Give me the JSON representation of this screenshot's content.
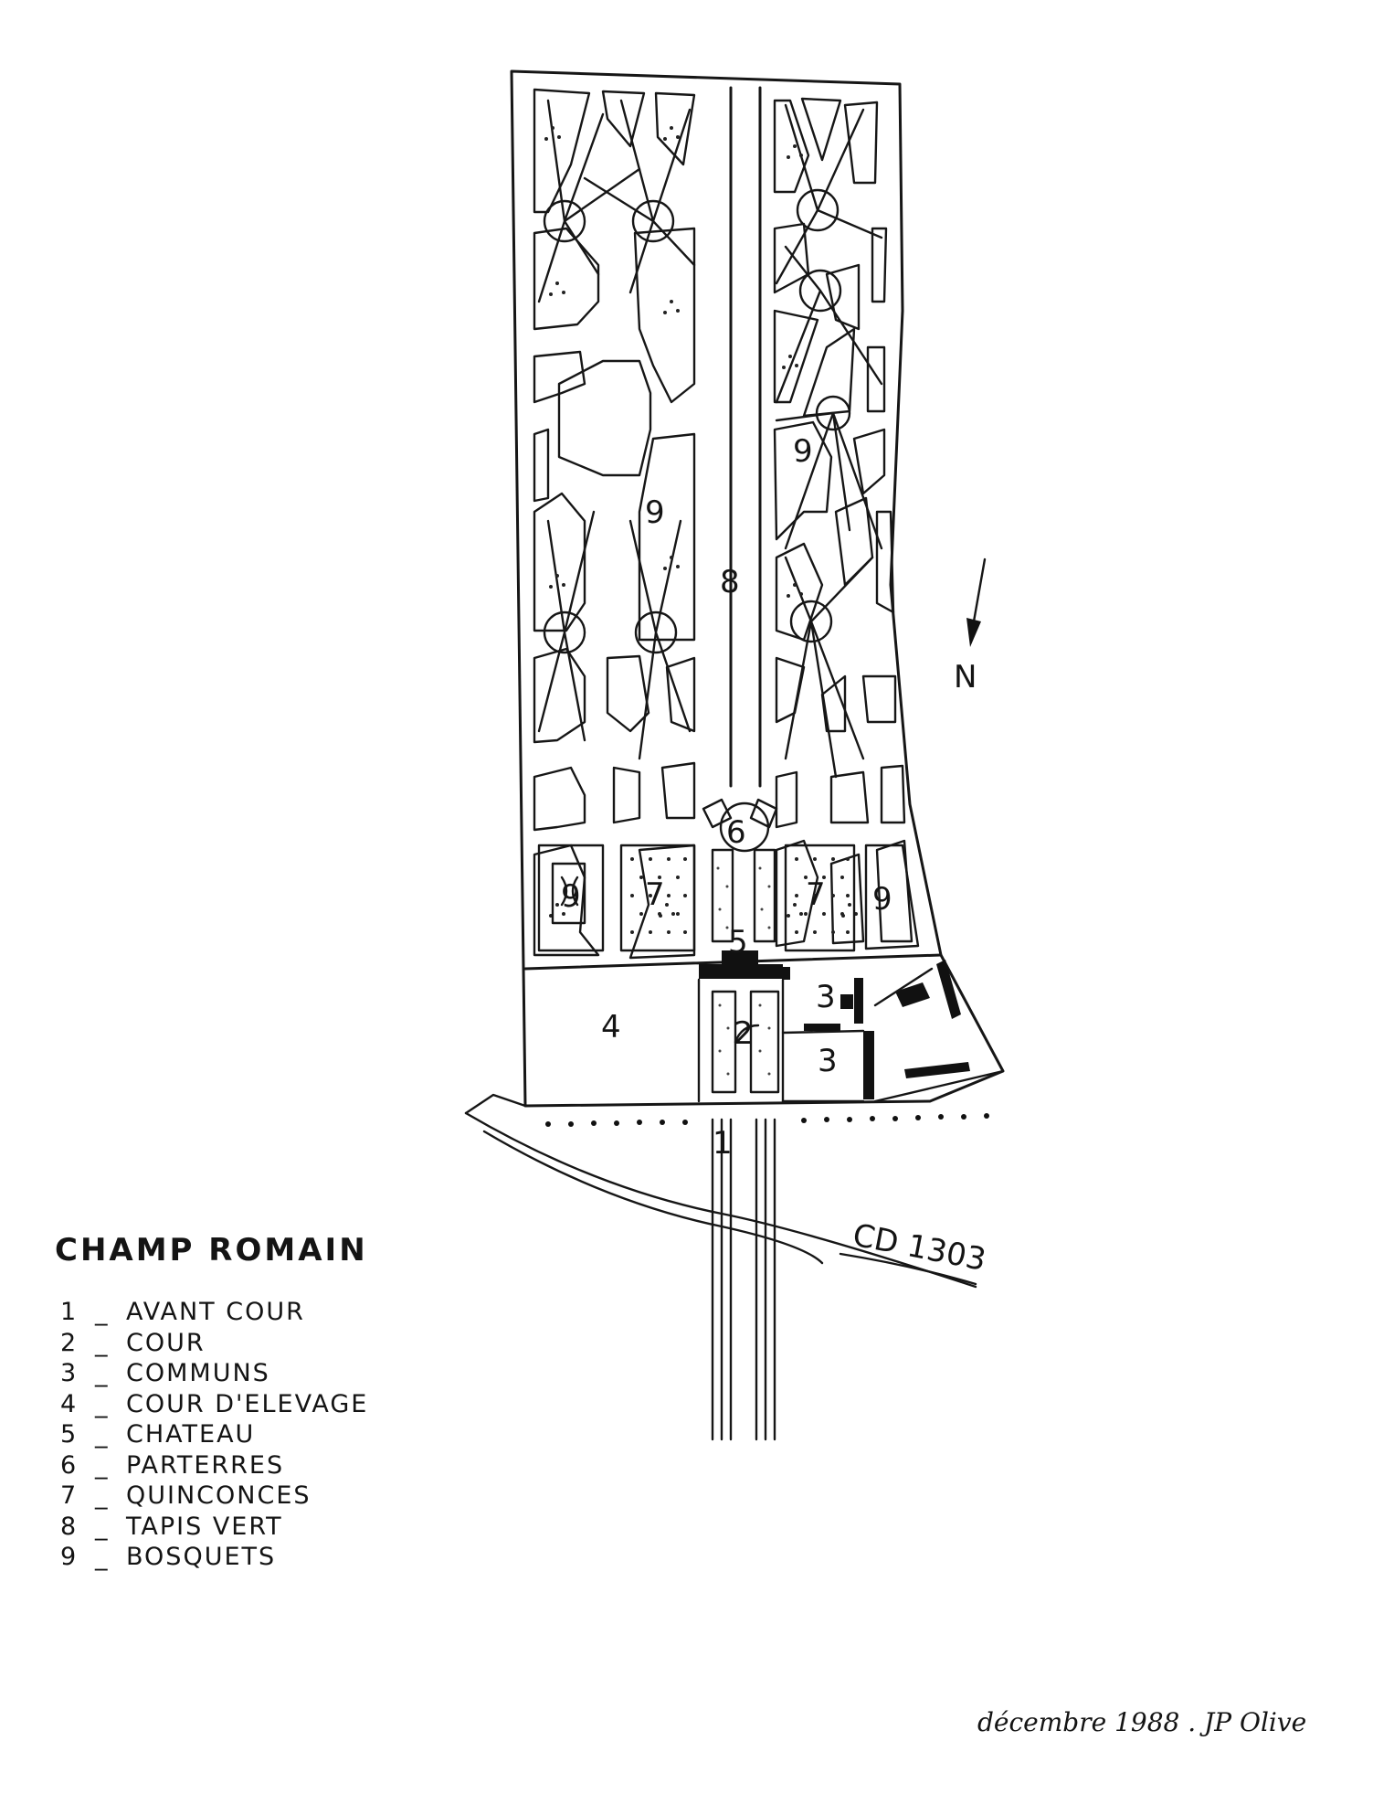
{
  "map": {
    "north_label": "N",
    "road_label": "CD 1303",
    "area_labels": {
      "avant_cour": "1",
      "cour": "2",
      "communs": "3",
      "cour_elevage": "4",
      "chateau": "5",
      "parterres": "6",
      "quinconces": "7",
      "tapis_vert": "8",
      "bosquets": "9"
    }
  },
  "legend": {
    "title": "CHAMP ROMAIN",
    "separator": "_",
    "items": [
      {
        "num": "1",
        "label": "AVANT COUR"
      },
      {
        "num": "2",
        "label": "COUR"
      },
      {
        "num": "3",
        "label": "COMMUNS"
      },
      {
        "num": "4",
        "label": "COUR D'ELEVAGE"
      },
      {
        "num": "5",
        "label": "CHATEAU"
      },
      {
        "num": "6",
        "label": "PARTERRES"
      },
      {
        "num": "7",
        "label": "QUINCONCES"
      },
      {
        "num": "8",
        "label": "TAPIS VERT"
      },
      {
        "num": "9",
        "label": "BOSQUETS"
      }
    ]
  },
  "signature": "décembre 1988 . JP Olive"
}
